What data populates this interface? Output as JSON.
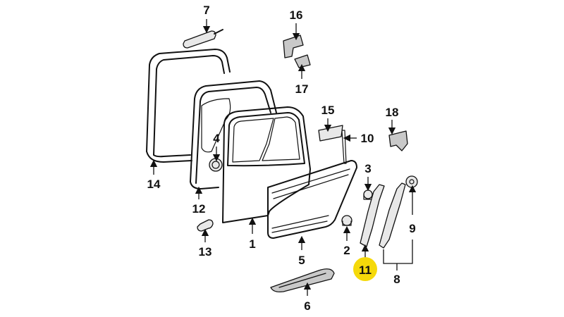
{
  "diagram": {
    "highlight_color": "#f5d90a",
    "callouts": [
      {
        "id": "1",
        "text": "1"
      },
      {
        "id": "2",
        "text": "2"
      },
      {
        "id": "3",
        "text": "3"
      },
      {
        "id": "4",
        "text": "4"
      },
      {
        "id": "5",
        "text": "5"
      },
      {
        "id": "6",
        "text": "6"
      },
      {
        "id": "7",
        "text": "7"
      },
      {
        "id": "8",
        "text": "8"
      },
      {
        "id": "9",
        "text": "9"
      },
      {
        "id": "10",
        "text": "10"
      },
      {
        "id": "11",
        "text": "11",
        "highlighted": true
      },
      {
        "id": "12",
        "text": "12"
      },
      {
        "id": "13",
        "text": "13"
      },
      {
        "id": "14",
        "text": "14"
      },
      {
        "id": "15",
        "text": "15"
      },
      {
        "id": "16",
        "text": "16"
      },
      {
        "id": "17",
        "text": "17"
      },
      {
        "id": "18",
        "text": "18"
      }
    ]
  }
}
